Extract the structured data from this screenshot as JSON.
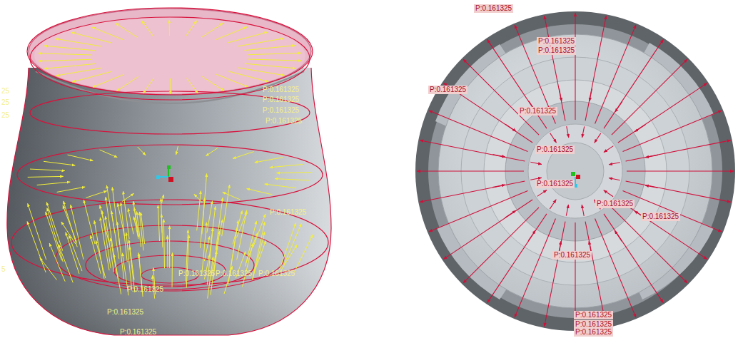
{
  "diagram": {
    "labels": [
      "25",
      "25",
      "25",
      "5",
      "P:0.161325",
      "P:0.161325",
      "P:0.161325",
      "P:0.161325",
      "P:0.161325",
      "P:0.161325",
      "P:0.161325",
      "P:0.161325",
      "P:0.161325",
      "P:0.161325",
      "P:0.161325",
      "P:0.161325",
      "P:0.161325",
      "P:0.161325",
      "P:0.161325",
      "P:0.161325",
      "P:0.161325",
      "P:0.161325",
      "P:0.161325",
      "P:0.161325",
      "P:0.161325",
      "P:0.161325",
      "P:0.161325",
      "P:0.161325"
    ]
  }
}
